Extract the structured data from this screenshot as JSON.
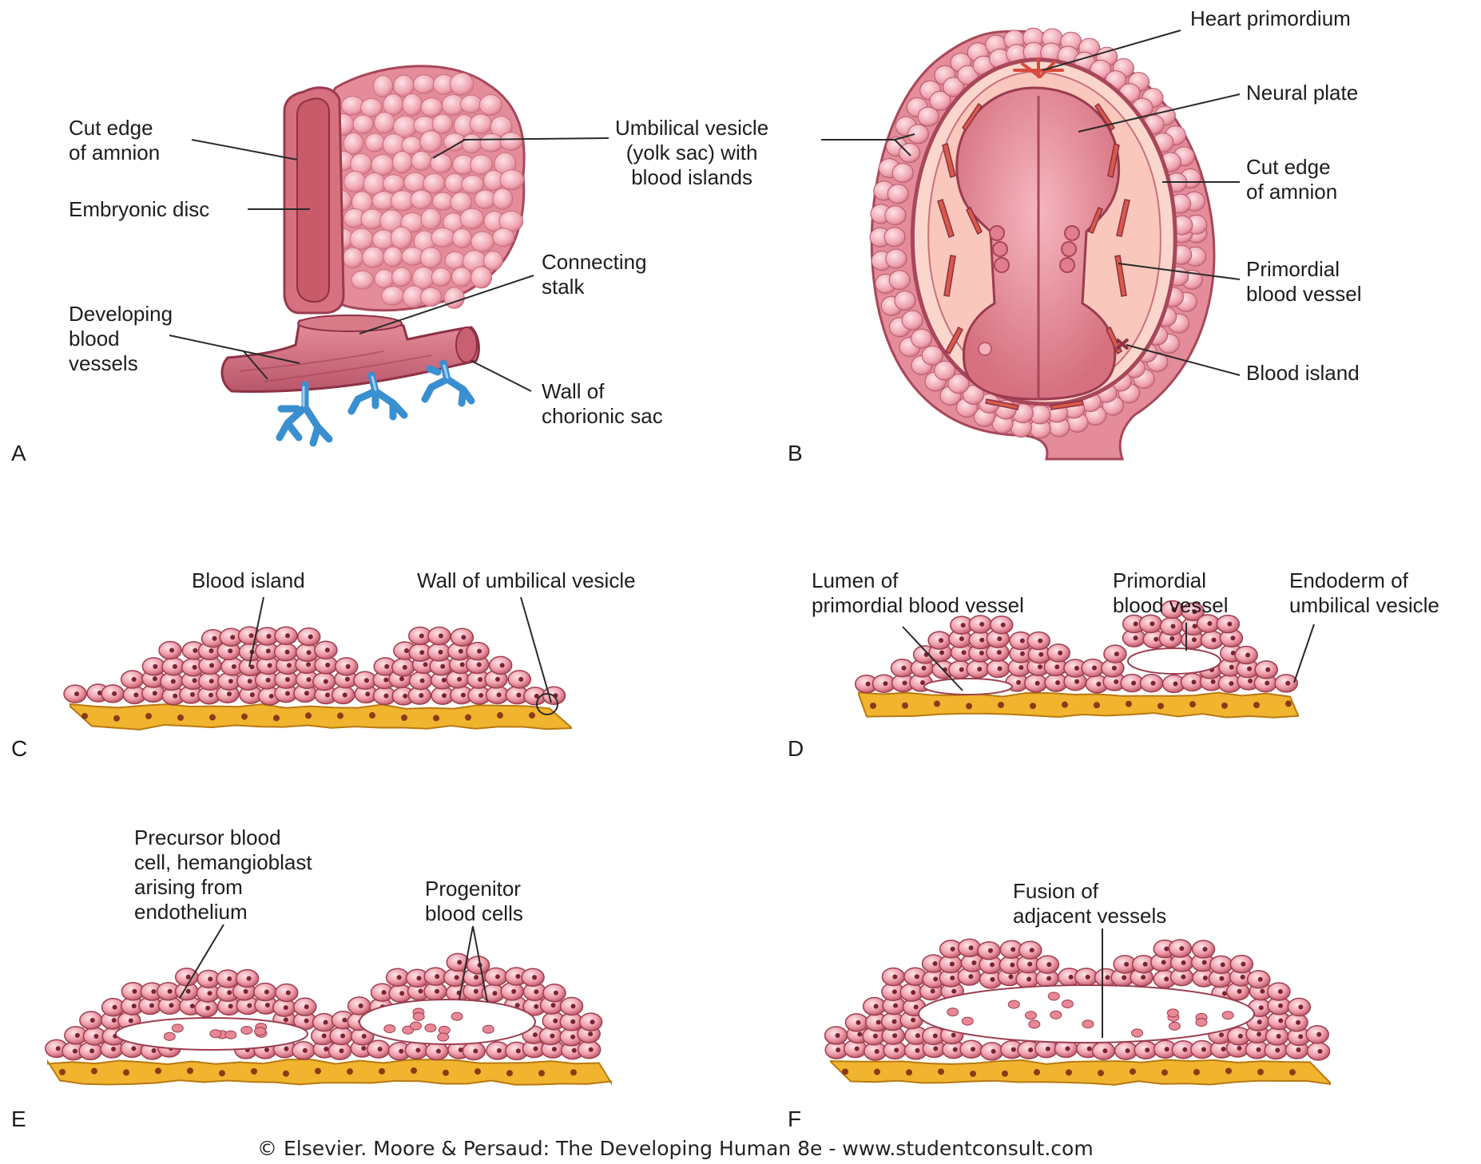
{
  "colors": {
    "tissue": "#e9909c",
    "tissue_dark": "#b24a5a",
    "tissue_light": "#f7c8cf",
    "cell_fill": "#ec9eab",
    "cell_edge": "#9c3e4f",
    "endoderm": "#f1b42f",
    "endoderm_edge": "#b77a12",
    "villi": "#3a8fd0",
    "vessel": "#d95a4a",
    "line": "#2a2a2a"
  },
  "panels": {
    "a": "A",
    "b": "B",
    "c": "C",
    "d": "D",
    "e": "E",
    "f": "F"
  },
  "labels": {
    "a_cut_edge_amnion": "Cut edge\nof amnion",
    "a_embryonic_disc": "Embryonic disc",
    "a_umbilical_vesicle": "Umbilical vesicle\n(yolk sac) with\nblood islands",
    "a_connecting_stalk": "Connecting\nstalk",
    "a_developing_vessels": "Developing\nblood\nvessels",
    "a_wall_chorionic_sac": "Wall of\nchorionic sac",
    "b_heart_primordium": "Heart primordium",
    "b_neural_plate": "Neural plate",
    "b_cut_edge_amnion": "Cut edge\nof amnion",
    "b_primordial_vessel": "Primordial\nblood vessel",
    "b_blood_island": "Blood island",
    "c_blood_island": "Blood island",
    "c_wall_umbilical_vesicle": "Wall of umbilical vesicle",
    "d_lumen": "Lumen of\nprimordial blood vessel",
    "d_primordial_vessel": "Primordial\nblood vessel",
    "d_endoderm": "Endoderm of\numbilical vesicle",
    "e_precursor": "Precursor blood\ncell, hemangioblast\narising from\nendothelium",
    "e_progenitor": "Progenitor\nblood cells",
    "f_fusion": "Fusion of\nadjacent vessels"
  },
  "credit": "© Elsevier. Moore & Persaud: The Developing Human 8e - www.studentconsult.com"
}
